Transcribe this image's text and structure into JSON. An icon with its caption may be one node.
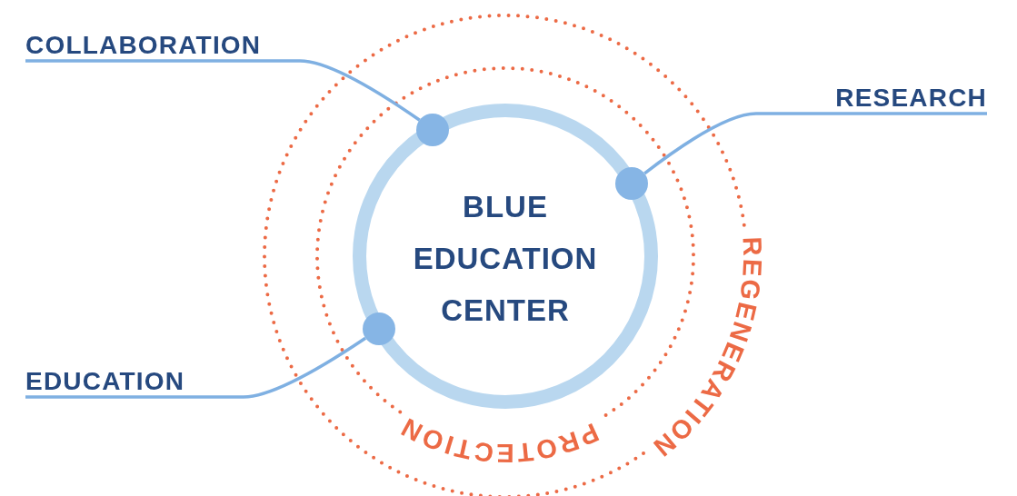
{
  "diagram": {
    "nodes": [
      {
        "text": [
          "COLLABORATION"
        ]
      },
      {
        "text": [
          "RESEARCH"
        ]
      },
      {
        "text": [
          "BLUE EDUCATION CENTER"
        ]
      },
      {
        "text": [],
        "shape": "circle",
        "in": 2
      },
      {
        "text": [],
        "shape": "circle",
        "in": 2
      },
      {
        "text": [
          "EDUCATION"
        ]
      },
      {
        "text": [],
        "shape": "circle",
        "in": 2
      }
    ],
    "edges": [
      {
        "from": 0,
        "to": 3,
        "arrow": "none"
      },
      {
        "from": 1,
        "to": 4,
        "arrow": "none"
      },
      {
        "from": 5,
        "to": 6,
        "arrow": "none"
      }
    ],
    "labels": [
      "REGENERATION",
      "PROTECTION"
    ]
  }
}
